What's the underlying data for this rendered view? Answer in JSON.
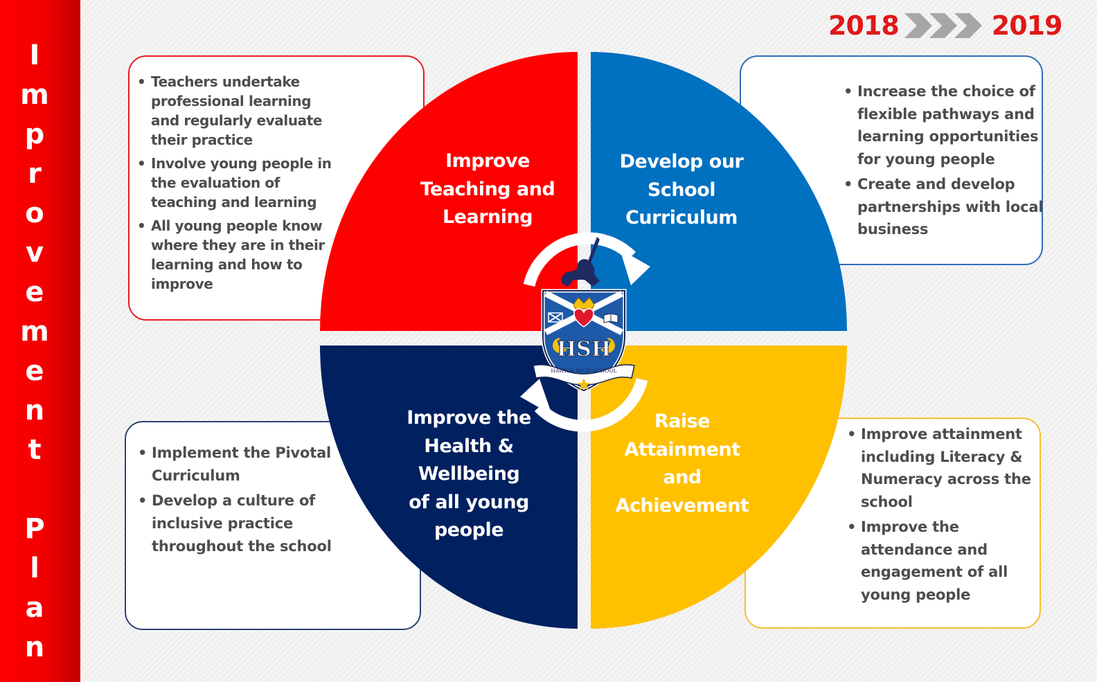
{
  "sidebar": {
    "letters": [
      "I",
      "m",
      "p",
      "r",
      "o",
      "v",
      "e",
      "m",
      "e",
      "n",
      "t",
      "",
      "P",
      "l",
      "a",
      "n"
    ]
  },
  "years": {
    "start": "2018",
    "end": "2019"
  },
  "quadrants": {
    "top_left": {
      "title_lines": [
        "Improve",
        "Teaching and",
        "Learning"
      ],
      "color": "#ff0000"
    },
    "top_right": {
      "title_lines": [
        "Develop our",
        "School",
        "Curriculum"
      ],
      "color": "#0070c0"
    },
    "bottom_left": {
      "title_lines": [
        "Improve the",
        "Health &",
        "Wellbeing",
        "of all young",
        "people"
      ],
      "color": "#002060"
    },
    "bottom_right": {
      "title_lines": [
        "Raise",
        "Attainment and",
        "Achievement"
      ],
      "color": "#ffc000"
    }
  },
  "boxes": {
    "top_left": {
      "bullets": [
        "Teachers undertake professional learning and regularly evaluate their practice",
        "Involve young people in the evaluation of teaching and learning",
        "All young people know where they are in their learning and how to improve"
      ]
    },
    "top_right": {
      "bullets": [
        "Increase the choice of flexible pathways and learning opportunities for young people",
        "Create and develop partnerships with local business"
      ]
    },
    "bottom_left": {
      "bullets": [
        "Implement the Pivotal Curriculum",
        "Develop a culture of inclusive practice throughout the school"
      ]
    },
    "bottom_right": {
      "bullets": [
        "Improve attainment including Literacy & Numeracy across the school",
        "Improve the attendance and engagement of all young people"
      ]
    }
  },
  "crest": {
    "monogram": "HSH",
    "scroll_text": "HAWICK HIGH SCHOOL"
  }
}
